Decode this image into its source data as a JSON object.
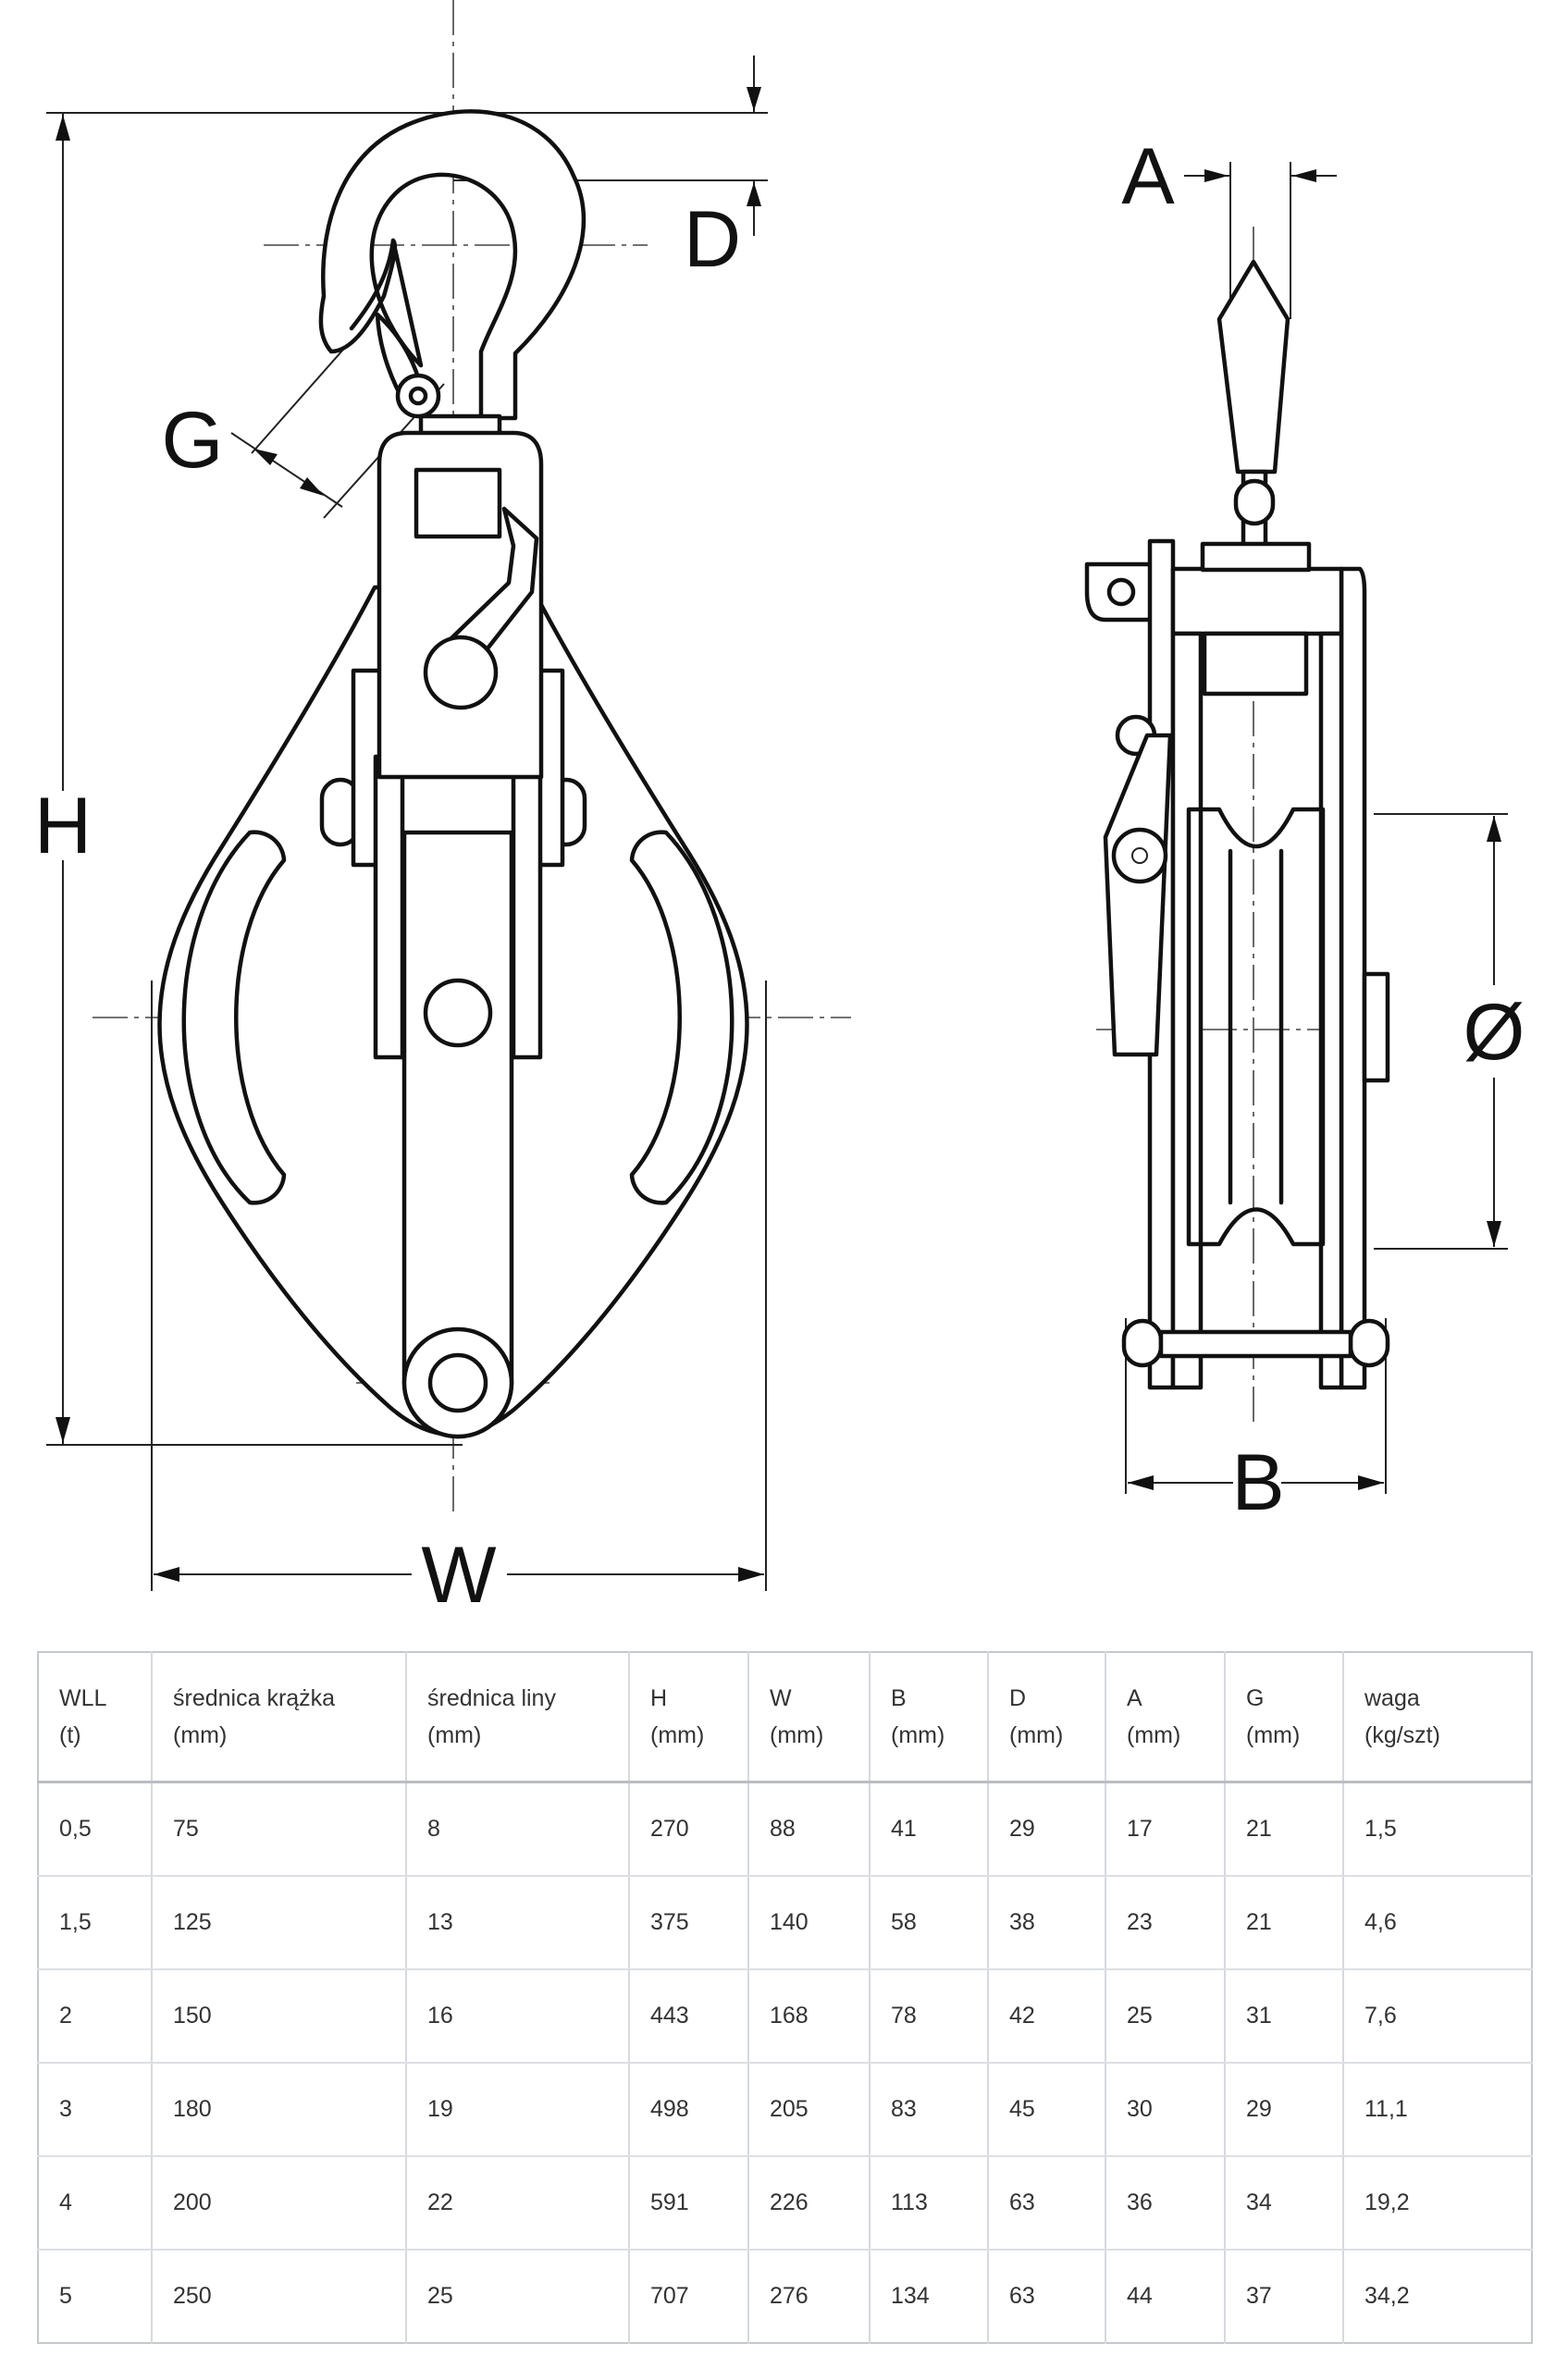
{
  "labels": {
    "height": "H",
    "width": "W",
    "hook_opening": "D",
    "gate_opening": "G",
    "hook_thickness": "A",
    "block_depth": "B",
    "sheave_diameter": "Ø"
  },
  "table": {
    "headers": [
      [
        "WLL",
        "(t)"
      ],
      [
        "średnica krążka",
        "(mm)"
      ],
      [
        "średnica liny",
        "(mm)"
      ],
      [
        "H",
        "(mm)"
      ],
      [
        "W",
        "(mm)"
      ],
      [
        "B",
        "(mm)"
      ],
      [
        "D",
        "(mm)"
      ],
      [
        "A",
        "(mm)"
      ],
      [
        "G",
        "(mm)"
      ],
      [
        "waga",
        "(kg/szt)"
      ]
    ],
    "rows": [
      [
        "0,5",
        "75",
        "8",
        "270",
        "88",
        "41",
        "29",
        "17",
        "21",
        "1,5"
      ],
      [
        "1,5",
        "125",
        "13",
        "375",
        "140",
        "58",
        "38",
        "23",
        "21",
        "4,6"
      ],
      [
        "2",
        "150",
        "16",
        "443",
        "168",
        "78",
        "42",
        "25",
        "31",
        "7,6"
      ],
      [
        "3",
        "180",
        "19",
        "498",
        "205",
        "83",
        "45",
        "30",
        "29",
        "11,1"
      ],
      [
        "4",
        "200",
        "22",
        "591",
        "226",
        "113",
        "63",
        "36",
        "34",
        "19,2"
      ],
      [
        "5",
        "250",
        "25",
        "707",
        "276",
        "134",
        "63",
        "44",
        "37",
        "34,2"
      ]
    ]
  }
}
